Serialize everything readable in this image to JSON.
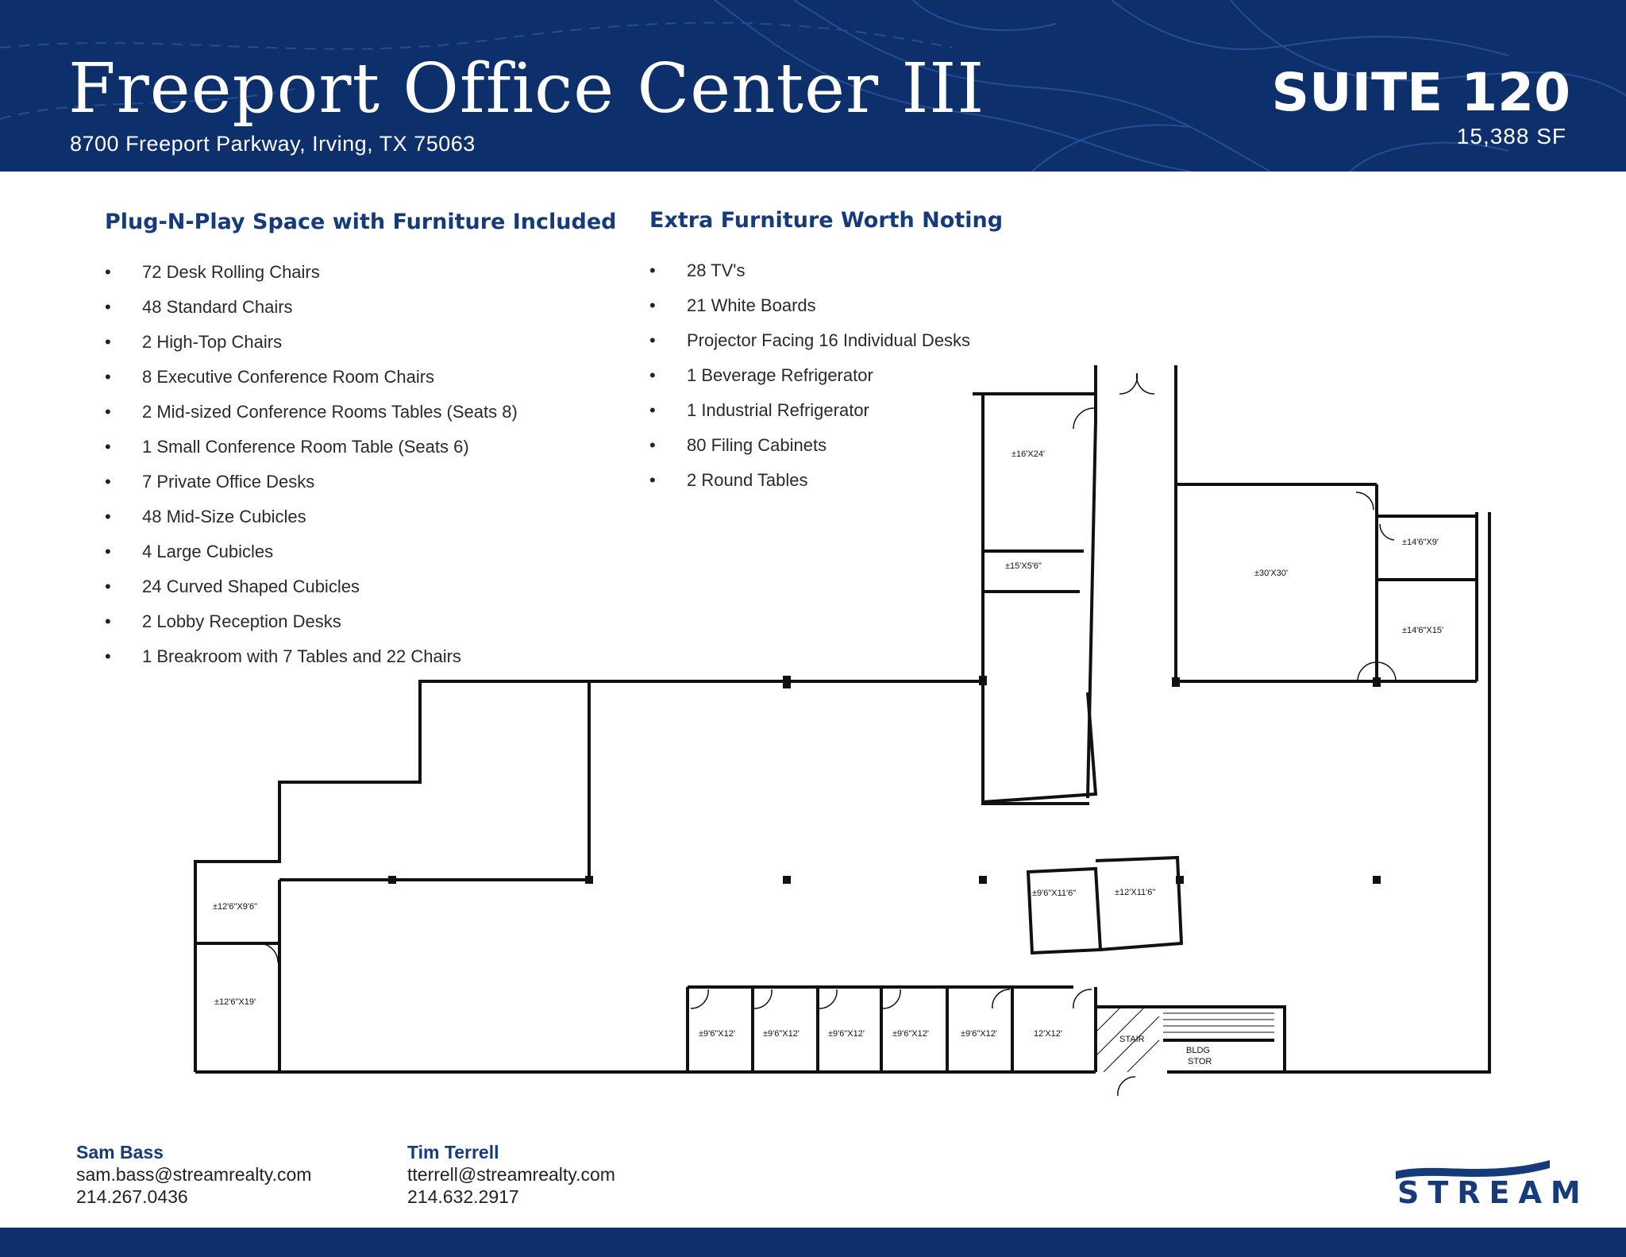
{
  "header": {
    "title": "Freeport Office Center III",
    "address": "8700 Freeport Parkway, Irving, TX 75063",
    "suite": "SUITE 120",
    "square_feet": "15,388 SF"
  },
  "left_list": {
    "heading": "Plug-N-Play Space with Furniture Included",
    "items": [
      "72 Desk Rolling Chairs",
      "48 Standard Chairs",
      "2 High-Top Chairs",
      "8 Executive Conference Room Chairs",
      "2 Mid-sized Conference Rooms Tables (Seats 8)",
      "1 Small Conference Room Table (Seats 6)",
      "7 Private Office Desks",
      "48 Mid-Size Cubicles",
      "4 Large Cubicles",
      "24 Curved Shaped Cubicles",
      "2 Lobby Reception Desks",
      "1 Breakroom with 7 Tables and 22 Chairs"
    ]
  },
  "right_list": {
    "heading": "Extra Furniture Worth Noting",
    "items": [
      "28 TV's",
      "21 White Boards",
      "Projector Facing 16 Individual Desks",
      "1 Beverage Refrigerator",
      "1 Industrial Refrigerator",
      "80 Filing Cabinets",
      "2 Round Tables"
    ]
  },
  "floor_plan": {
    "rooms": {
      "r16x24": "±16'X24'",
      "r15x5": "±15'X5'6\"",
      "r30x30": "±30'X30'",
      "r14x9": "±14'6\"X9'",
      "r14x15": "±14'6\"X15'",
      "r12x9": "±12'6\"X9'6\"",
      "r12x19": "±12'6\"X19'",
      "r9x11": "±9'6\"X11'6\"",
      "r12x11": "±12'X11'6\"",
      "office1": "±9'6\"X12'",
      "office2": "±9'6\"X12'",
      "office3": "±9'6\"X12'",
      "office4": "±9'6\"X12'",
      "office5": "±9'6\"X12'",
      "office6": "12'X12'",
      "stair": "STAIR",
      "bldg": "BLDG",
      "stor": "STOR"
    }
  },
  "contacts": [
    {
      "name": "Sam Bass",
      "email": "sam.bass@streamrealty.com",
      "phone": "214.267.0436"
    },
    {
      "name": "Tim Terrell",
      "email": "tterrell@streamrealty.com",
      "phone": "214.632.2917"
    }
  ],
  "logo": {
    "text": "STREAM"
  },
  "colors": {
    "navy": "#0d2f6b",
    "heading_blue": "#163b7a"
  }
}
